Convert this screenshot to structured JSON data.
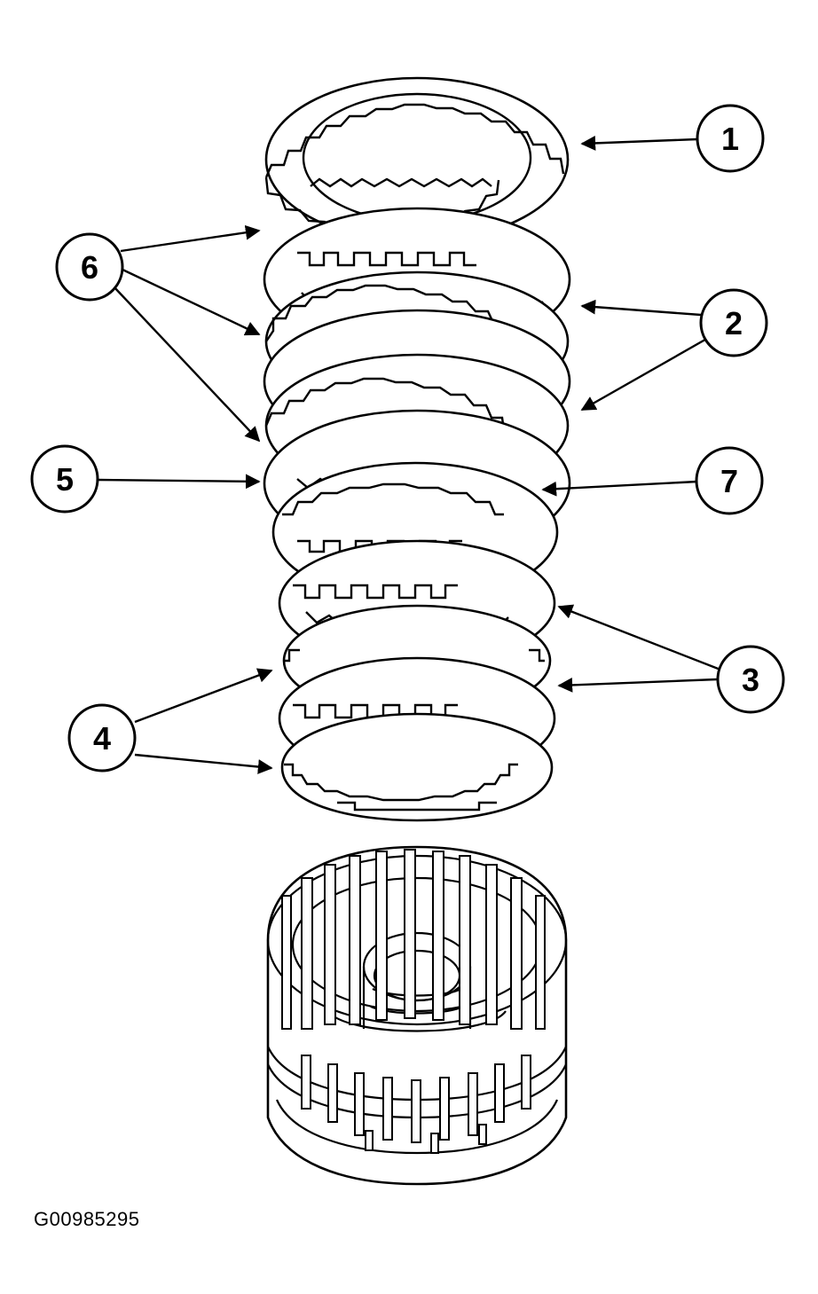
{
  "figure_id": "G00985295",
  "callouts": [
    {
      "id": "callout-1",
      "number": "1"
    },
    {
      "id": "callout-2",
      "number": "2"
    },
    {
      "id": "callout-3",
      "number": "3"
    },
    {
      "id": "callout-4",
      "number": "4"
    },
    {
      "id": "callout-5",
      "number": "5"
    },
    {
      "id": "callout-6",
      "number": "6"
    },
    {
      "id": "callout-7",
      "number": "7"
    }
  ]
}
